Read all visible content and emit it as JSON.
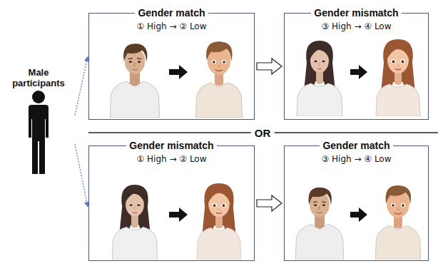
{
  "diagram": {
    "nodes": [
      {
        "text": [
          "Male participants"
        ]
      },
      {
        "text": [
          "Gender match",
          "① High → ② Low"
        ]
      },
      {
        "text": [
          "Gender mismatch",
          "③ High → ④ Low"
        ]
      },
      {
        "text": [
          "Gender mismatch",
          "① High → ② Low"
        ]
      },
      {
        "text": [
          "Gender match",
          "③ High → ④ Low"
        ]
      }
    ],
    "edges": [
      {
        "from": 0,
        "to": 1,
        "arrow": "to"
      },
      {
        "from": 0,
        "to": 3,
        "arrow": "to"
      },
      {
        "from": 1,
        "to": 2,
        "arrow": "to"
      },
      {
        "from": 3,
        "to": 4,
        "arrow": "to"
      }
    ],
    "labels": [
      "OR"
    ]
  }
}
